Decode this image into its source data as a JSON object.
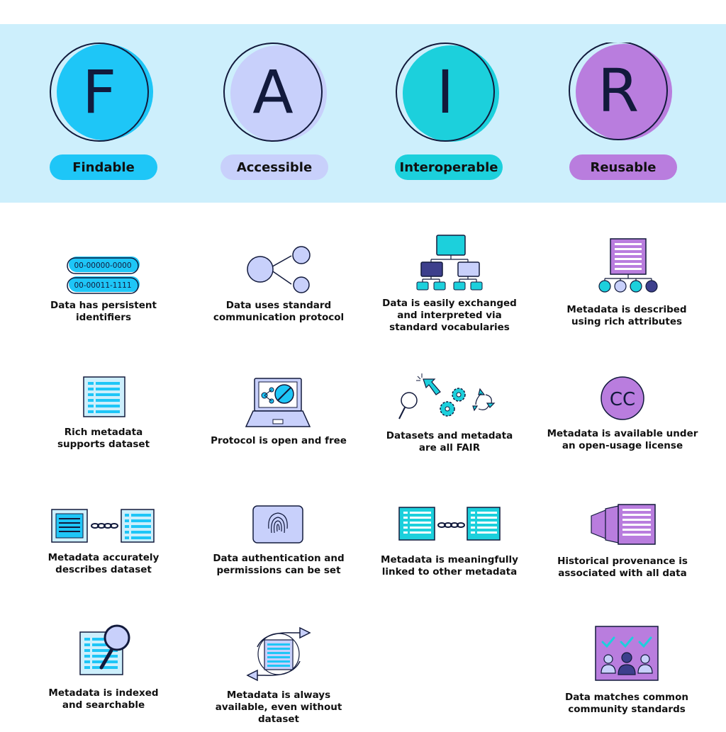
{
  "pillars": [
    {
      "letter": "F",
      "label": "Findable",
      "color": "#1ec6f7"
    },
    {
      "letter": "A",
      "label": "Accessible",
      "color": "#c8d0fb"
    },
    {
      "letter": "I",
      "label": "Interoperable",
      "color": "#1cd0dc"
    },
    {
      "letter": "R",
      "label": "Reusable",
      "color": "#b97dde"
    }
  ],
  "findable": {
    "identifiers": [
      "00-00000-0000",
      "00-00011-1111"
    ],
    "items": [
      "Data has persistent\nidentifiers",
      "Rich metadata\nsupports dataset",
      "Metadata accurately\ndescribes dataset",
      "Metadata is indexed\nand searchable"
    ]
  },
  "accessible": {
    "items": [
      "Data uses standard\ncommunication protocol",
      "Protocol is open and free",
      "Data authentication and\npermissions can be set",
      "Metadata is always\navailable, even without\ndataset"
    ]
  },
  "interoperable": {
    "items": [
      "Data is easily exchanged\nand interpreted via\nstandard vocabularies",
      "Datasets and metadata\nare all FAIR",
      "Metadata is meaningfully\nlinked to other metadata"
    ]
  },
  "reusable": {
    "license_badge": "CC",
    "items": [
      "Metadata is described\nusing rich attributes",
      "Metadata is available under\nan open-usage license",
      "Historical provenance is\nassociated with all data",
      "Data matches common\ncommunity standards"
    ]
  }
}
